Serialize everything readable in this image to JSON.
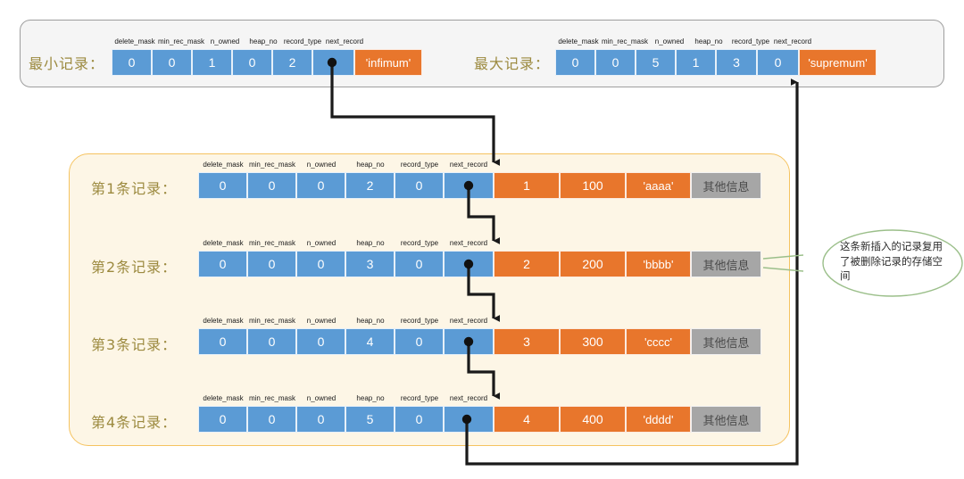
{
  "diagram": {
    "title_hidden": "",
    "colors": {
      "blue": "#5b9bd5",
      "orange": "#e8762c",
      "gray": "#a6a6a6",
      "panel_yellow_bg": "#fdf6e6",
      "panel_yellow_border": "#f5c360",
      "panel_gray_bg": "#f5f5f5",
      "panel_gray_border": "#9e9e9e",
      "label_gold": "#9c8a3f",
      "callout_border": "#9bbf8a",
      "link_line": "#1a1a1a"
    },
    "field_headers": [
      "delete_mask",
      "min_rec_mask",
      "n_owned",
      "heap_no",
      "record_type",
      "next_record"
    ],
    "system_records": {
      "min": {
        "label": "最小记录：",
        "fields": [
          "0",
          "0",
          "1",
          "0",
          "2",
          ""
        ],
        "value": "'infimum'"
      },
      "max": {
        "label": "最大记录：",
        "fields": [
          "0",
          "0",
          "5",
          "1",
          "3",
          "0"
        ],
        "value": "'supremum'"
      }
    },
    "user_records": [
      {
        "label": "第1条记录：",
        "fields": [
          "0",
          "0",
          "0",
          "2",
          "0",
          ""
        ],
        "columns": [
          "1",
          "100",
          "'aaaa'"
        ],
        "other": "其他信息"
      },
      {
        "label": "第2条记录：",
        "fields": [
          "0",
          "0",
          "0",
          "3",
          "0",
          ""
        ],
        "columns": [
          "2",
          "200",
          "'bbbb'"
        ],
        "other": "其他信息"
      },
      {
        "label": "第3条记录：",
        "fields": [
          "0",
          "0",
          "0",
          "4",
          "0",
          ""
        ],
        "columns": [
          "3",
          "300",
          "'cccc'"
        ],
        "other": "其他信息"
      },
      {
        "label": "第4条记录：",
        "fields": [
          "0",
          "0",
          "0",
          "5",
          "0",
          ""
        ],
        "columns": [
          "4",
          "400",
          "'dddd'"
        ],
        "other": "其他信息"
      }
    ],
    "callout": {
      "text": "这条新插入的记录复用了被删除记录的存储空间"
    }
  }
}
